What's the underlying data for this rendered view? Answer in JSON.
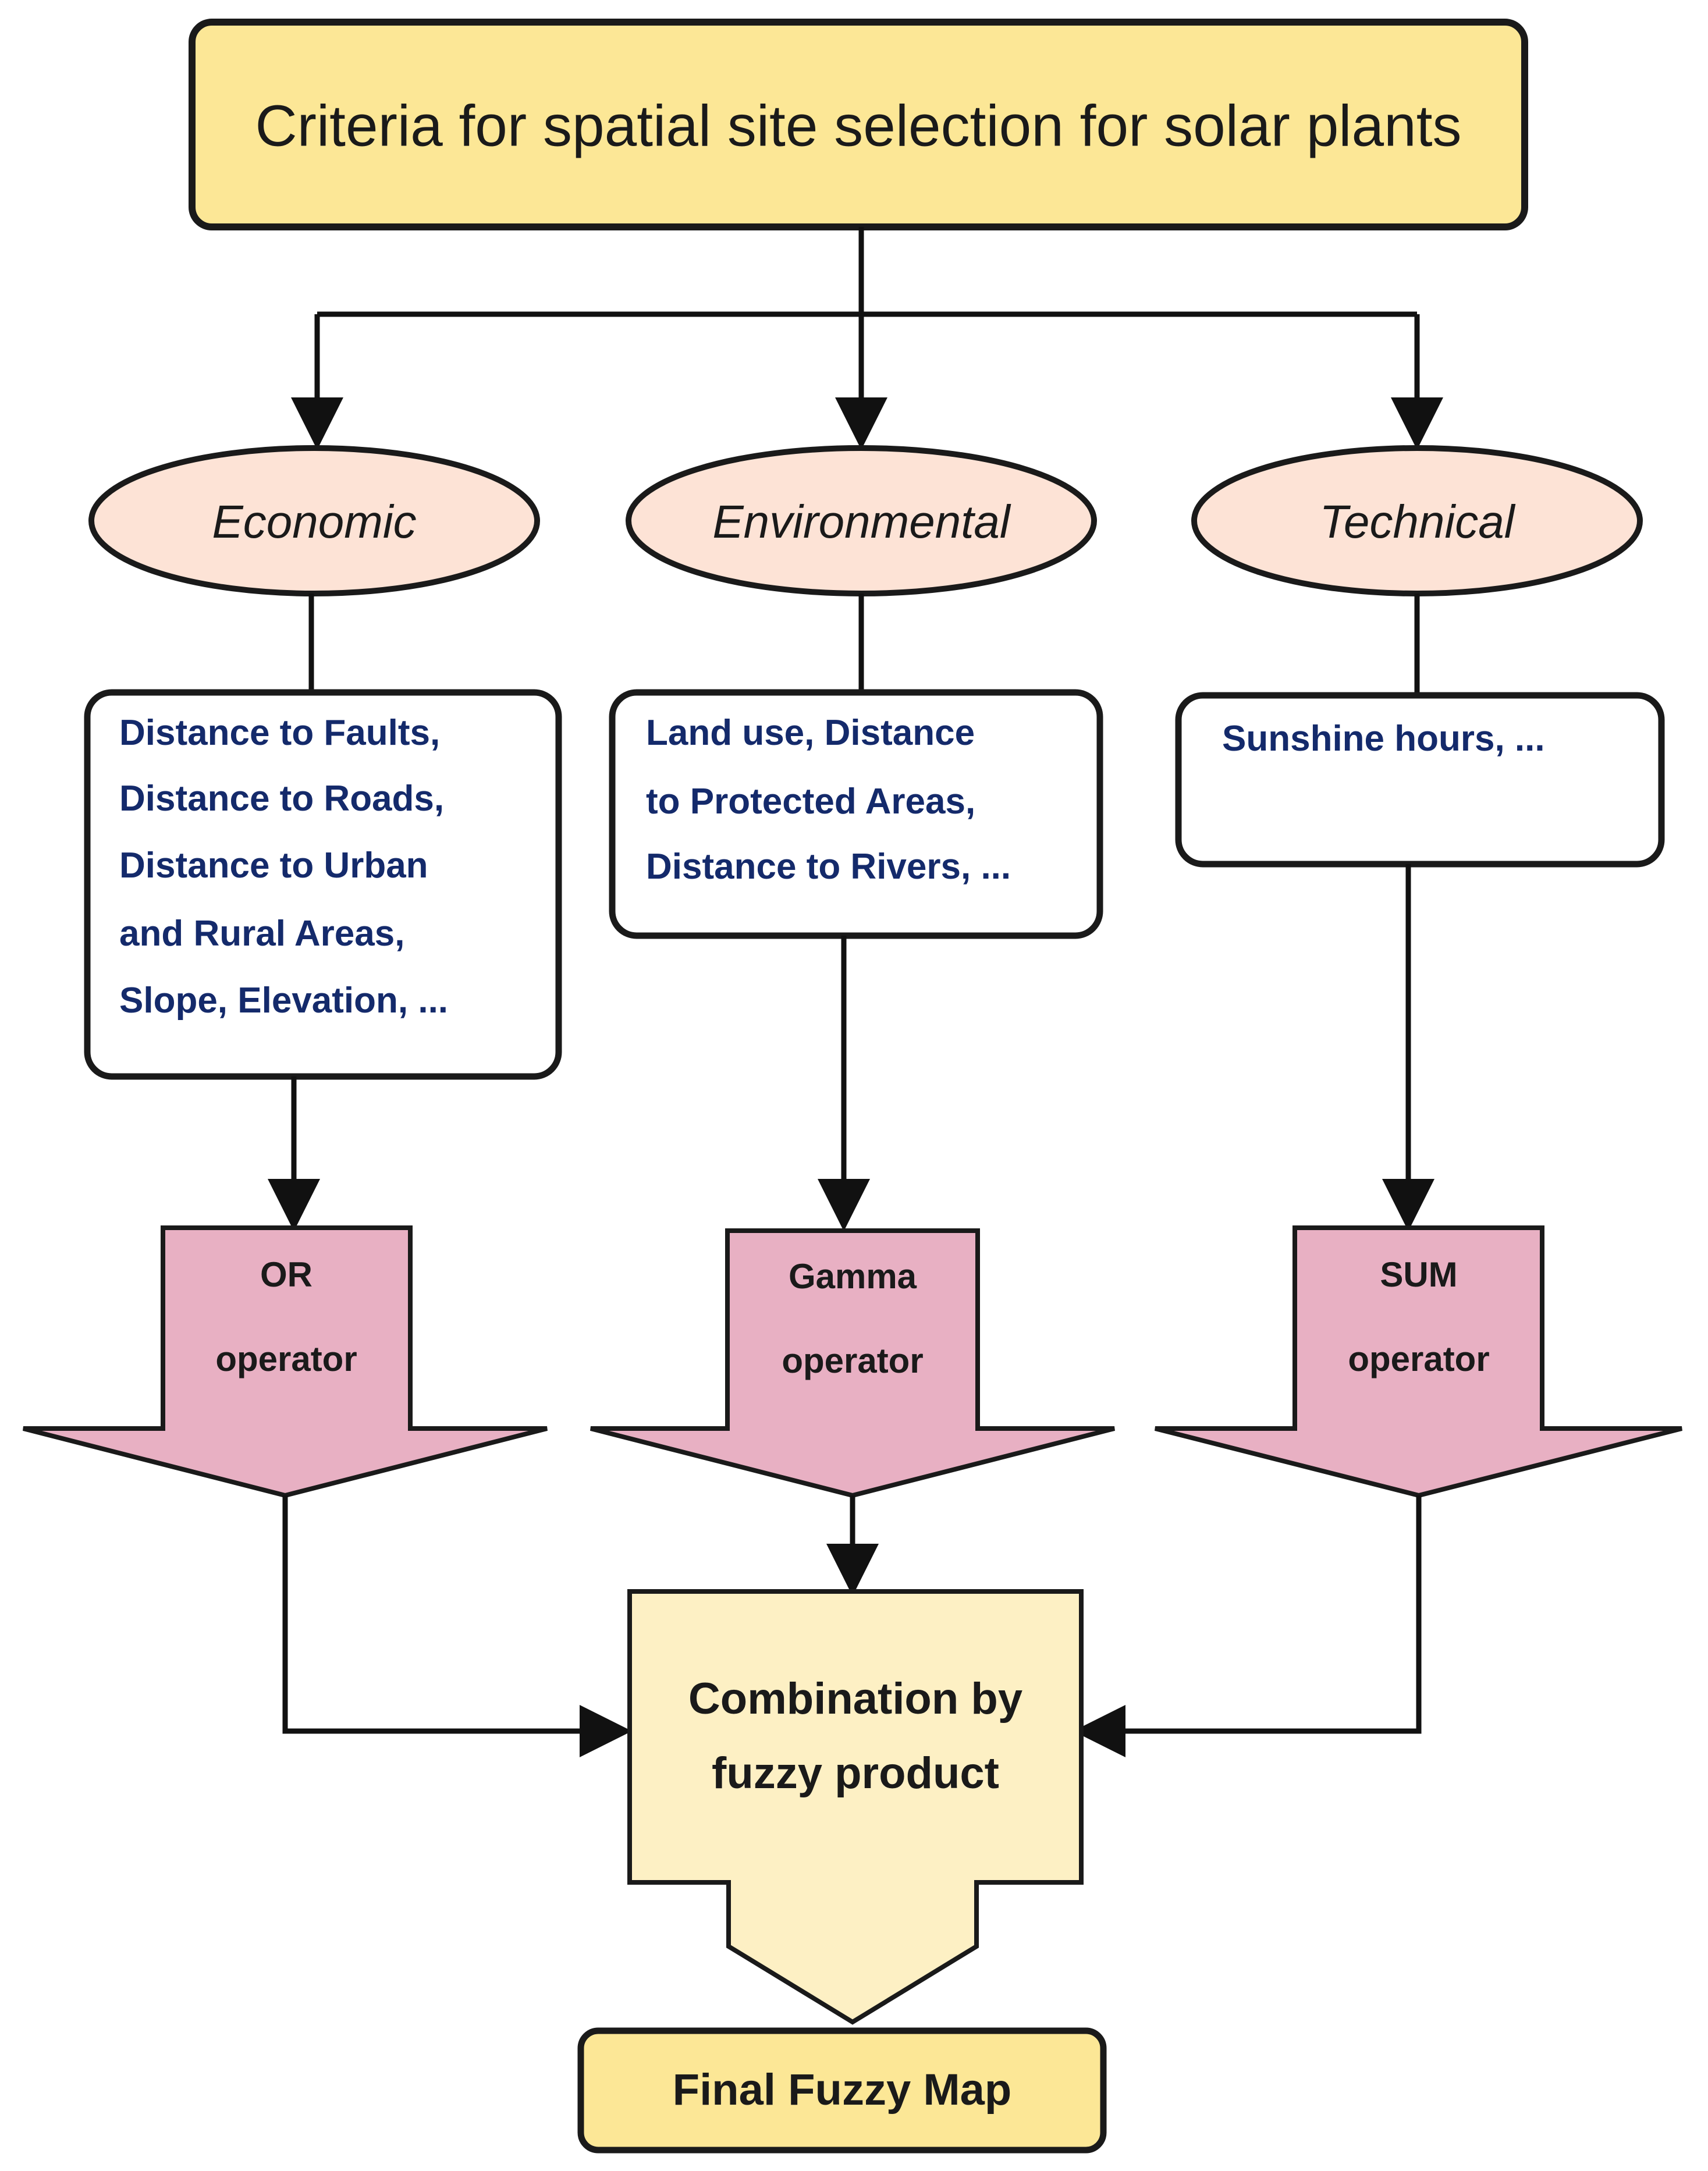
{
  "title": "Criteria for spatial site selection for solar plants",
  "categories": {
    "economic": "Economic",
    "environmental": "Environmental",
    "technical": "Technical"
  },
  "criteria": {
    "economic": [
      "Distance to Faults,",
      "Distance to Roads,",
      "Distance to Urban",
      "and Rural Areas,",
      "Slope, Elevation, ..."
    ],
    "environmental": [
      "Land use, Distance",
      "to Protected Areas,",
      "Distance to Rivers, ..."
    ],
    "technical": [
      "Sunshine hours, ..."
    ]
  },
  "operators": {
    "or": [
      "OR",
      "operator"
    ],
    "gamma": [
      "Gamma",
      "operator"
    ],
    "sum": [
      "SUM",
      "operator"
    ]
  },
  "combination": [
    "Combination by",
    "fuzzy product"
  ],
  "final": "Final Fuzzy Map",
  "colors": {
    "title_fill": "#fce796",
    "ellipse_fill": "#fde3d6",
    "operator_fill": "#e8b0c3",
    "combination_fill": "#fdf0c4",
    "final_fill": "#fce796"
  }
}
